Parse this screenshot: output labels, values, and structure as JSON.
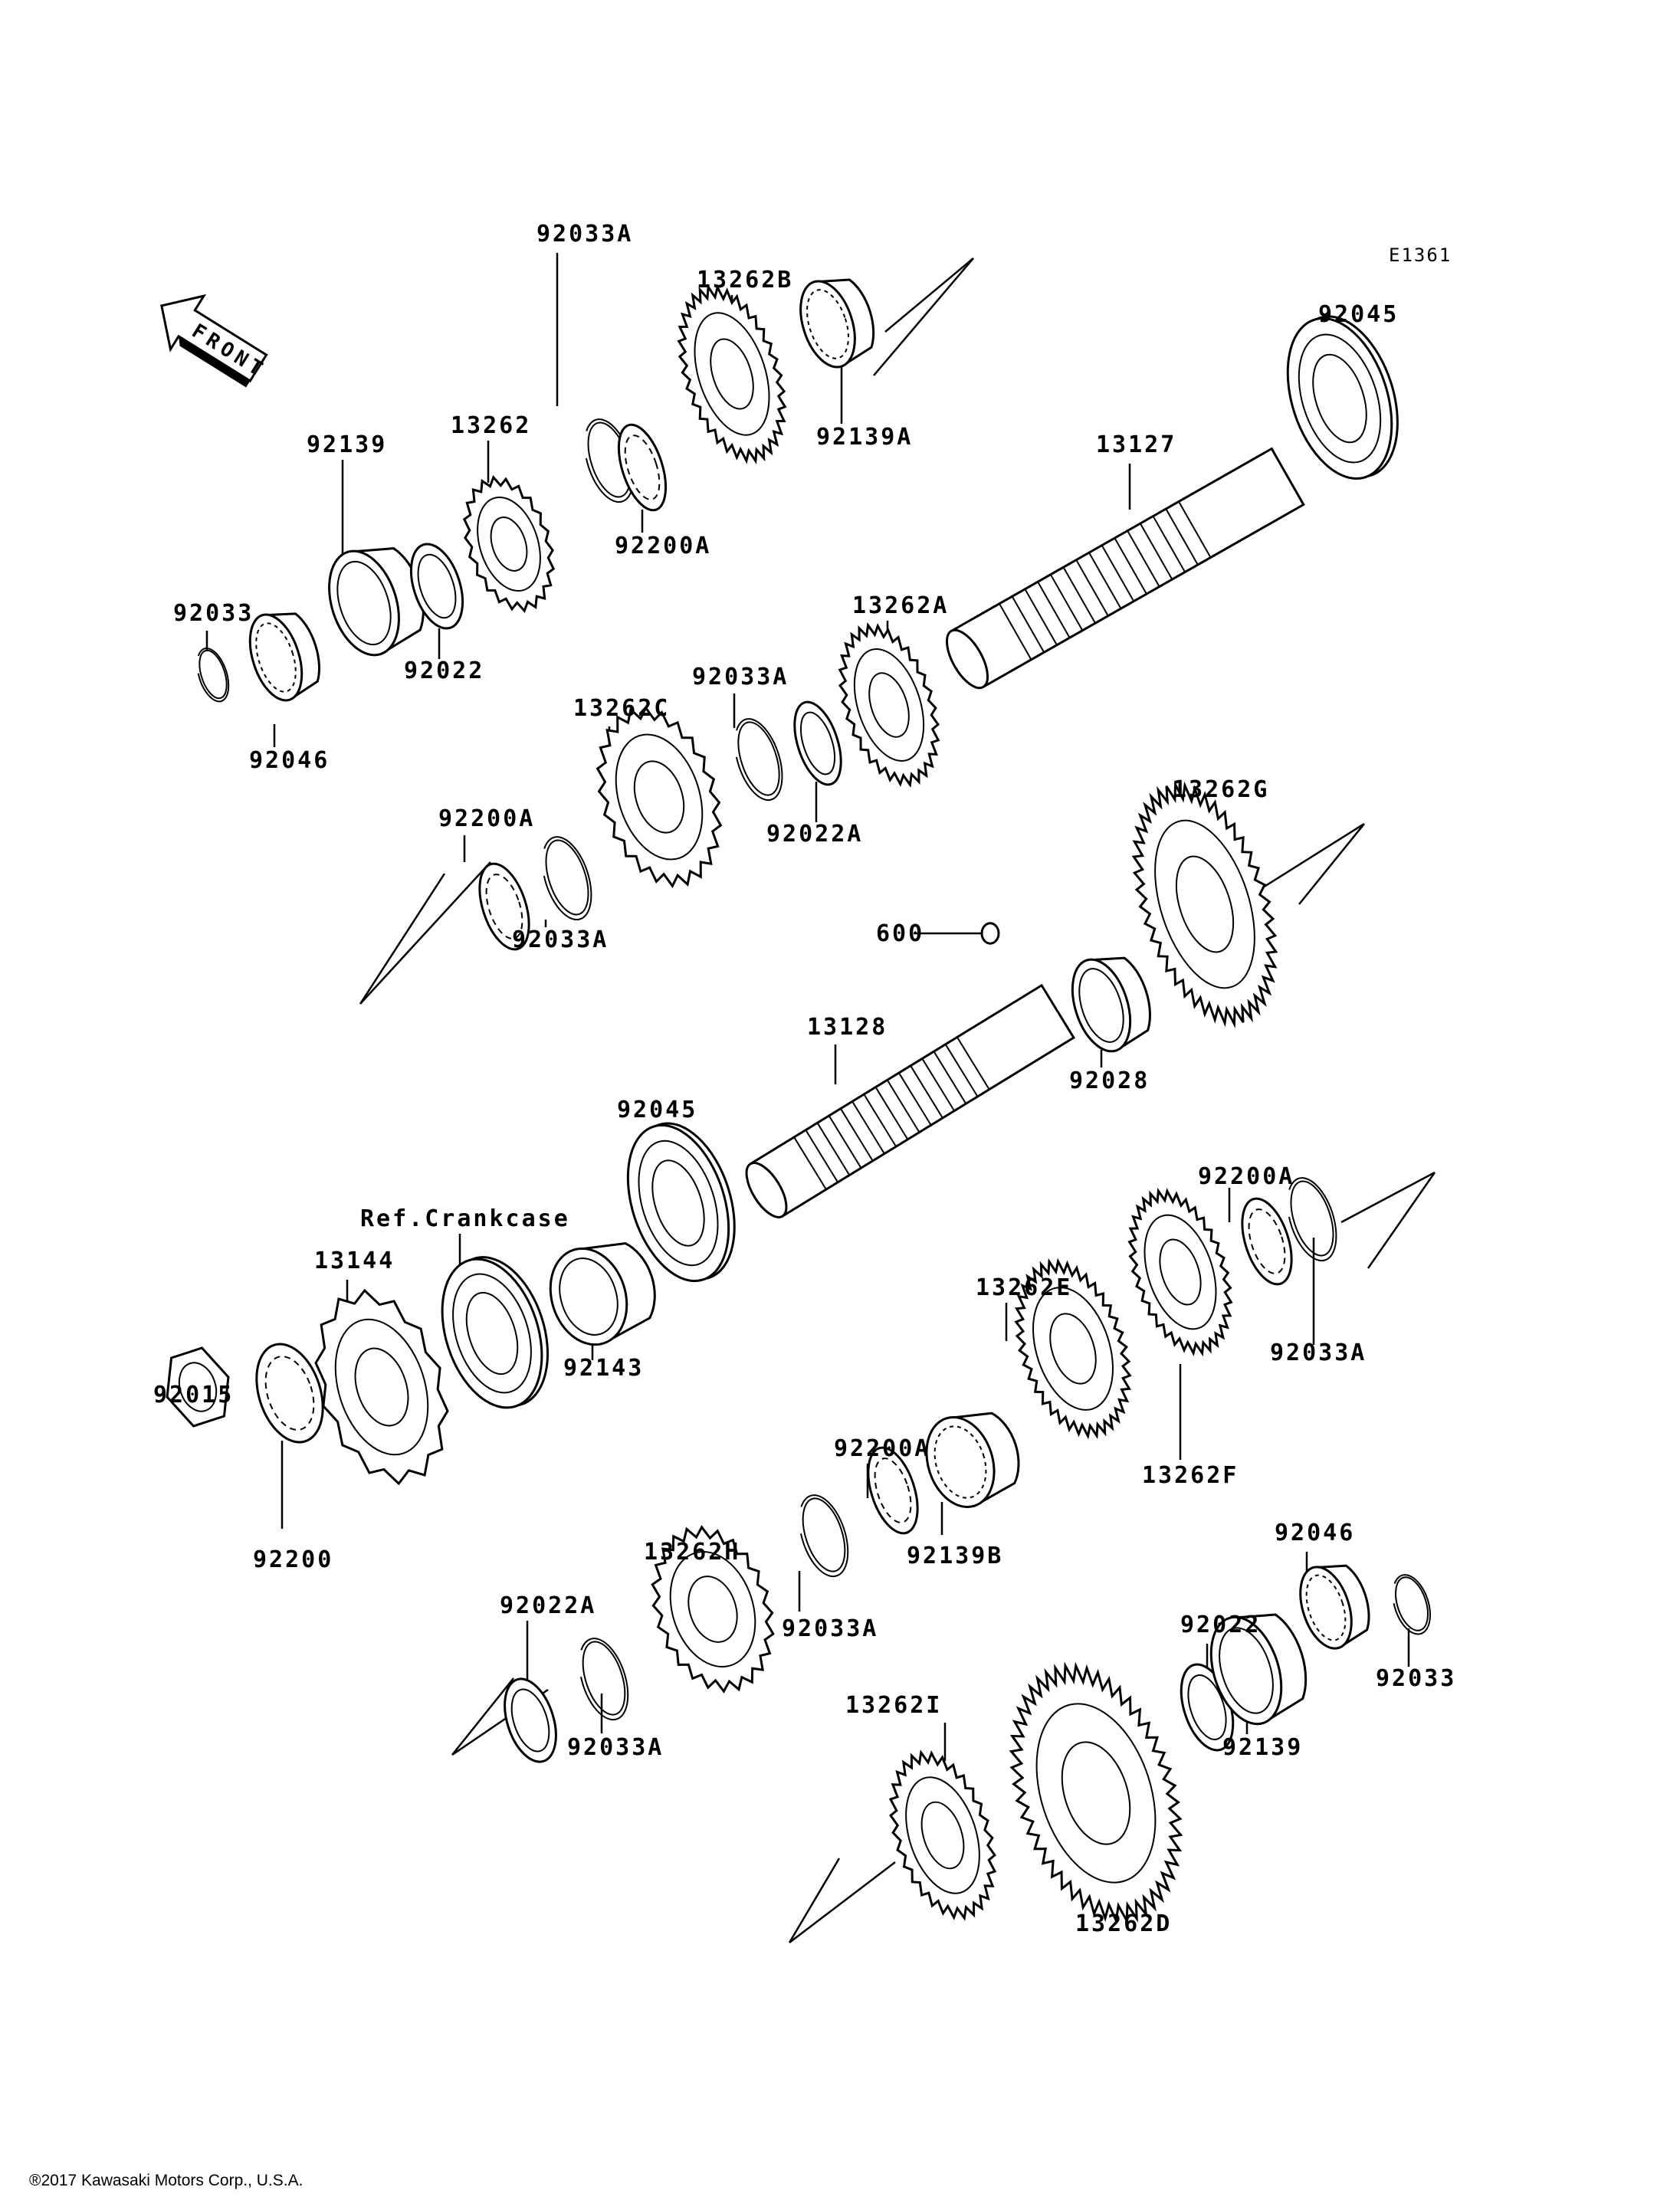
{
  "diagram": {
    "code": "E1361",
    "front_indicator": "FRONT",
    "reference_note": "Ref.Crankcase",
    "parts": [
      {
        "id": "13262B",
        "label": "13262B",
        "kind": "gear",
        "teeth": 34
      },
      {
        "id": "92139A",
        "label": "92139A",
        "kind": "needle-bearing"
      },
      {
        "id": "92045-top",
        "label": "92045",
        "kind": "ball-bearing"
      },
      {
        "id": "92033A-1",
        "label": "92033A",
        "kind": "circlip"
      },
      {
        "id": "13262",
        "label": "13262",
        "kind": "gear",
        "teeth": 22
      },
      {
        "id": "92200A-1",
        "label": "92200A",
        "kind": "toothed-washer"
      },
      {
        "id": "13127",
        "label": "13127",
        "kind": "shaft"
      },
      {
        "id": "92139-1",
        "label": "92139",
        "kind": "collar"
      },
      {
        "id": "92022-1",
        "label": "92022",
        "kind": "washer"
      },
      {
        "id": "13262A",
        "label": "13262A",
        "kind": "gear",
        "teeth": 30
      },
      {
        "id": "92033-1",
        "label": "92033",
        "kind": "circlip"
      },
      {
        "id": "92046-1",
        "label": "92046",
        "kind": "needle-bearing"
      },
      {
        "id": "92033A-2",
        "label": "92033A",
        "kind": "circlip"
      },
      {
        "id": "13262C",
        "label": "13262C",
        "kind": "gear",
        "teeth": 24
      },
      {
        "id": "92022A-1",
        "label": "92022A",
        "kind": "washer"
      },
      {
        "id": "92200A-2",
        "label": "92200A",
        "kind": "toothed-washer"
      },
      {
        "id": "92033A-3",
        "label": "92033A",
        "kind": "circlip"
      },
      {
        "id": "13262G",
        "label": "13262G",
        "kind": "gear",
        "teeth": 44
      },
      {
        "id": "600",
        "label": "600",
        "kind": "ball"
      },
      {
        "id": "13128",
        "label": "13128",
        "kind": "shaft"
      },
      {
        "id": "92028",
        "label": "92028",
        "kind": "bushing"
      },
      {
        "id": "92045-mid",
        "label": "92045",
        "kind": "ball-bearing"
      },
      {
        "id": "13144",
        "label": "13144",
        "kind": "sprocket",
        "teeth": 14
      },
      {
        "id": "oil-seal",
        "label": "",
        "kind": "oil-seal"
      },
      {
        "id": "92143",
        "label": "92143",
        "kind": "collar"
      },
      {
        "id": "92015",
        "label": "92015",
        "kind": "nut"
      },
      {
        "id": "92200",
        "label": "92200",
        "kind": "toothed-washer"
      },
      {
        "id": "92200A-3",
        "label": "92200A",
        "kind": "toothed-washer"
      },
      {
        "id": "92033A-4",
        "label": "92033A",
        "kind": "circlip"
      },
      {
        "id": "13262E",
        "label": "13262E",
        "kind": "gear",
        "teeth": 38
      },
      {
        "id": "13262F",
        "label": "13262F",
        "kind": "gear",
        "teeth": 34
      },
      {
        "id": "92200A-4",
        "label": "92200A",
        "kind": "toothed-washer"
      },
      {
        "id": "92139B",
        "label": "92139B",
        "kind": "needle-bearing"
      },
      {
        "id": "13262H",
        "label": "13262H",
        "kind": "gear",
        "teeth": 24
      },
      {
        "id": "92033A-5",
        "label": "92033A",
        "kind": "circlip"
      },
      {
        "id": "92022A-2",
        "label": "92022A",
        "kind": "washer"
      },
      {
        "id": "92033A-6",
        "label": "92033A",
        "kind": "circlip"
      },
      {
        "id": "92046-2",
        "label": "92046",
        "kind": "needle-bearing"
      },
      {
        "id": "92033-2",
        "label": "92033",
        "kind": "circlip"
      },
      {
        "id": "92022-2",
        "label": "92022",
        "kind": "washer"
      },
      {
        "id": "92139-2",
        "label": "92139",
        "kind": "collar"
      },
      {
        "id": "13262I",
        "label": "13262I",
        "kind": "gear",
        "teeth": 30
      },
      {
        "id": "13262D",
        "label": "13262D",
        "kind": "gear",
        "teeth": 48
      }
    ]
  },
  "footer": {
    "copyright": "®2017 Kawasaki Motors Corp., U.S.A."
  }
}
